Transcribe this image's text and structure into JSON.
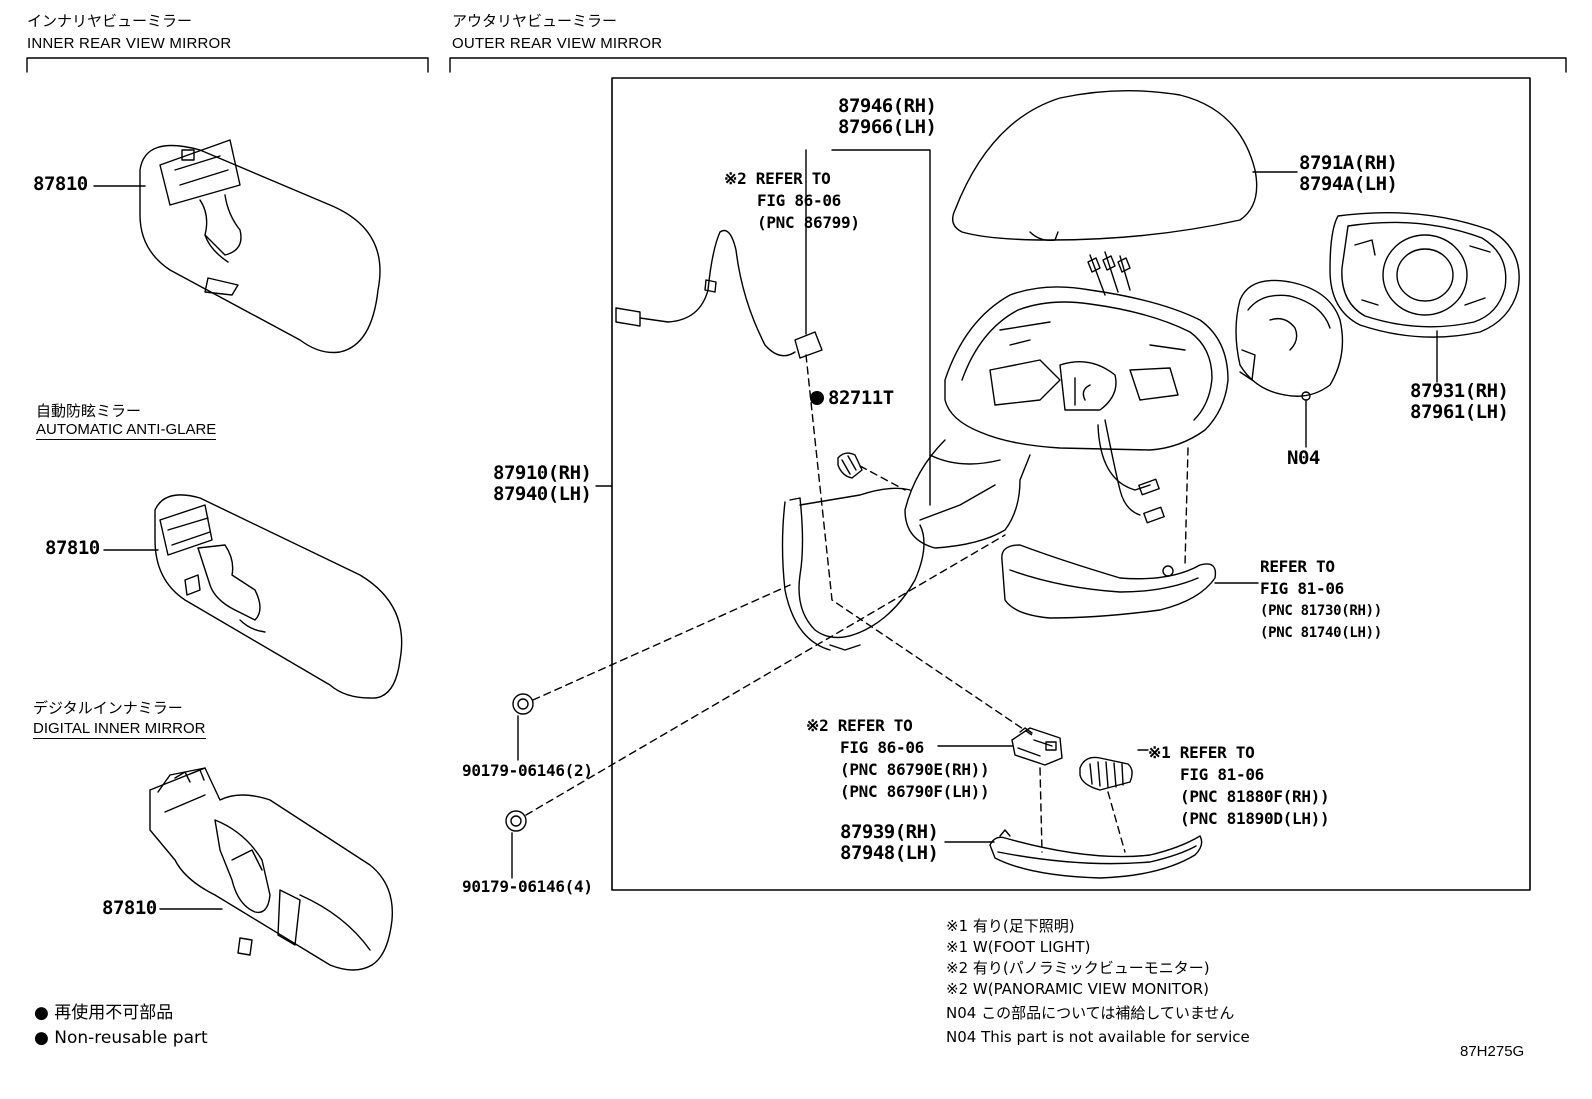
{
  "headers": {
    "inner_jp": "インナリヤビューミラー",
    "inner_en": "INNER REAR VIEW MIRROR",
    "outer_jp": "アウタリヤビューミラー",
    "outer_en": "OUTER REAR VIEW MIRROR"
  },
  "subsections": {
    "anti_glare_jp": "自動防眩ミラー",
    "anti_glare_en": "AUTOMATIC ANTI-GLARE",
    "digital_jp": "デジタルインナミラー",
    "digital_en": "DIGITAL INNER MIRROR"
  },
  "parts": {
    "inner_mirror_1": "87810",
    "inner_mirror_2": "87810",
    "inner_mirror_3": "87810",
    "wire": [
      "87946(RH)",
      "87966(LH)"
    ],
    "cover": [
      "8791A(RH)",
      "8794A(LH)"
    ],
    "mirror_glass": [
      "87931(RH)",
      "87961(LH)"
    ],
    "n04": "N04",
    "clip": "82711T",
    "mirror_assy": [
      "87910(RH)",
      "87940(LH)"
    ],
    "screw_1": "90179-06146(2)",
    "screw_2": "90179-06146(4)",
    "lamp_cover": [
      "87939(RH)",
      "87948(LH)"
    ]
  },
  "refs": {
    "ref_86799": [
      "※2 REFER TO",
      "FIG 86-06",
      "(PNC 86799)"
    ],
    "ref_81730": [
      "REFER TO",
      "FIG 81-06",
      "(PNC 81730(RH))",
      "(PNC 81740(LH))"
    ],
    "ref_86790": [
      "※2 REFER TO",
      "FIG 86-06",
      "(PNC 86790E(RH))",
      "(PNC 86790F(LH))"
    ],
    "ref_81880": [
      "※1 REFER TO",
      "FIG 81-06",
      "(PNC 81880F(RH))",
      "(PNC 81890D(LH))"
    ]
  },
  "notes": [
    "※1 有り(足下照明)",
    "※1 W(FOOT LIGHT)",
    "※2 有り(パノラミックビューモニター)",
    "※2 W(PANORAMIC VIEW MONITOR)",
    "N04 この部品については補給していません",
    "N04 This part is not available for service"
  ],
  "legend": {
    "jp": "再使用不可部品",
    "en": "Non-reusable part"
  },
  "illustration_code": "87H275G"
}
